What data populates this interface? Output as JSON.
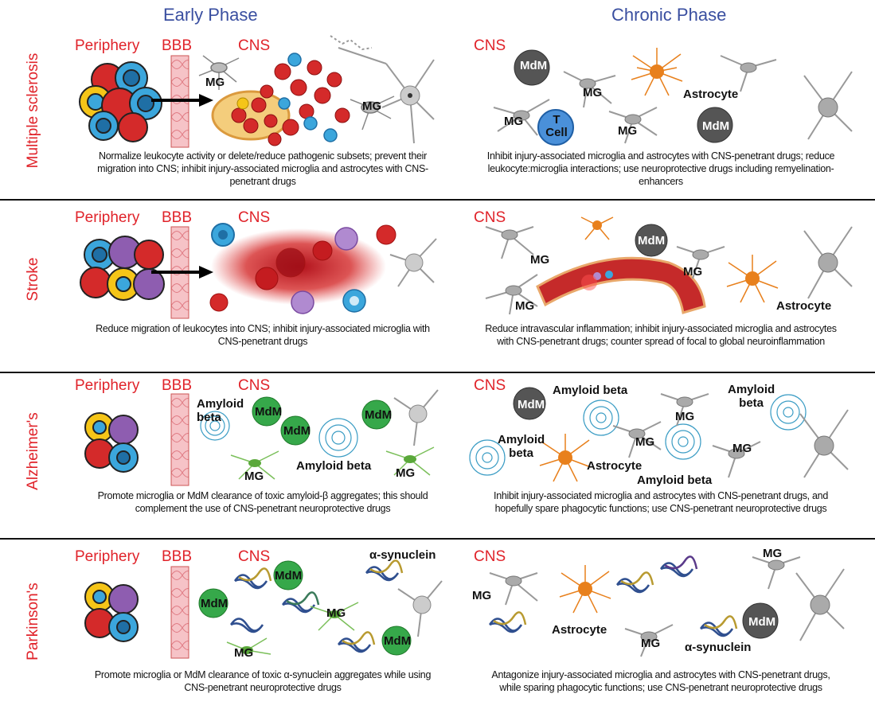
{
  "header": {
    "early": "Early Phase",
    "chronic": "Chronic Phase"
  },
  "rows": [
    {
      "label": "Multiple sclerosis",
      "early_labels": {
        "periphery": "Periphery",
        "bbb": "BBB",
        "cns": "CNS",
        "mg1": "MG",
        "mg2": "MG"
      },
      "chronic_labels": {
        "cns": "CNS",
        "mdm1": "MdM",
        "mg1": "MG",
        "astrocyte": "Astrocyte",
        "mg2": "MG",
        "tcell": "T\nCell",
        "mg3": "MG",
        "mdm2": "MdM"
      },
      "early_caption": "Normalize leukocyte activity or delete/reduce pathogenic subsets; prevent their migration into CNS; inhibit injury-associated microglia and astrocytes with CNS-penetrant drugs",
      "chronic_caption": "Inhibit injury-associated microglia and astrocytes with CNS-penetrant drugs; reduce leukocyte:microglia interactions; use neuroprotective drugs including remyelination-enhancers"
    },
    {
      "label": "Stroke",
      "early_labels": {
        "periphery": "Periphery",
        "bbb": "BBB",
        "cns": "CNS"
      },
      "chronic_labels": {
        "cns": "CNS",
        "mg1": "MG",
        "mdm": "MdM",
        "mg2": "MG",
        "mg3": "MG",
        "astrocyte": "Astrocyte"
      },
      "early_caption": "Reduce migration of leukocytes into CNS; inhibit injury-associated microglia with CNS-penetrant drugs",
      "chronic_caption": "Reduce intravascular inflammation; inhibit injury-associated microglia and astrocytes with CNS-penetrant drugs; counter spread of focal to global neuroinflammation"
    },
    {
      "label": "Alzheimer's",
      "early_labels": {
        "periphery": "Periphery",
        "bbb": "BBB",
        "cns": "CNS",
        "amyloid1": "Amyloid\nbeta",
        "mdm1": "MdM",
        "mdm2": "MdM",
        "mdm3": "MdM",
        "amyloid2": "Amyloid beta",
        "mg1": "MG",
        "mg2": "MG"
      },
      "chronic_labels": {
        "cns": "CNS",
        "mdm": "MdM",
        "amyloid1": "Amyloid beta",
        "amyloid2": "Amyloid\nbeta",
        "mg1": "MG",
        "mg2": "MG",
        "amyloid3": "Amyloid\nbeta",
        "astrocyte": "Astrocyte",
        "mg3": "MG",
        "amyloid4": "Amyloid beta"
      },
      "early_caption": "Promote microglia or MdM clearance of toxic amyloid-β aggregates; this should complement the use of CNS-penetrant neuroprotective drugs",
      "chronic_caption": "Inhibit injury-associated microglia and astrocytes with CNS-penetrant drugs, and hopefully spare phagocytic functions; use CNS-penetrant neuroprotective drugs"
    },
    {
      "label": "Parkinson's",
      "early_labels": {
        "periphery": "Periphery",
        "bbb": "BBB",
        "cns": "CNS",
        "syn": "α-synuclein",
        "mdm1": "MdM",
        "mdm2": "MdM",
        "mdm3": "MdM",
        "mg1": "MG",
        "mg2": "MG"
      },
      "chronic_labels": {
        "cns": "CNS",
        "mg1": "MG",
        "mg2": "MG",
        "astrocyte": "Astrocyte",
        "mg3": "MG",
        "syn": "α-synuclein",
        "mdm": "MdM"
      },
      "early_caption": "Promote microglia or MdM clearance of toxic α-synuclein aggregates while using CNS-penetrant neuroprotective drugs",
      "chronic_caption": "Antagonize injury-associated microglia and astrocytes with CNS-penetrant drugs, while sparing phagocytic functions; use CNS-penetrant neuroprotective drugs"
    }
  ],
  "colors": {
    "title_blue": "#3a4fa0",
    "label_red": "#e0232a",
    "bbb_pink": "#f4b8bd",
    "blood_red": "#c8151d",
    "cell_blue": "#3ba6dc",
    "cell_yellow": "#f5c518",
    "cell_purple": "#8e5db0",
    "mdm_green": "#36a84a",
    "mdm_grey": "#555555",
    "astro_orange": "#e8801c"
  }
}
